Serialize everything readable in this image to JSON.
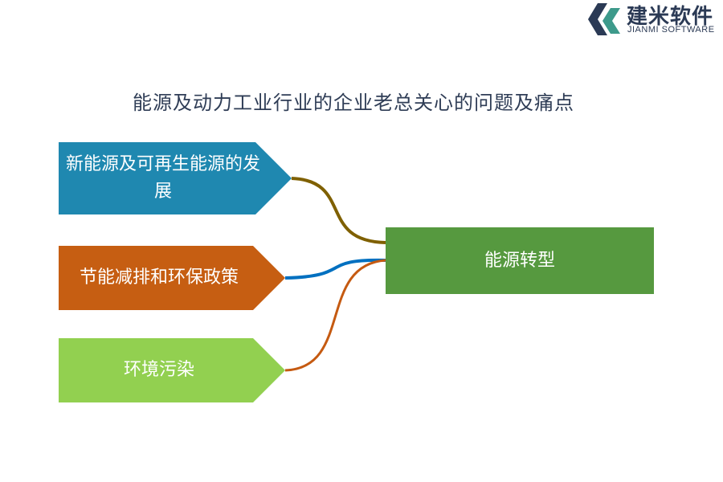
{
  "logo": {
    "name_cn": "建米软件",
    "name_en": "JIANMI SOFTWARE",
    "colors": {
      "dark": "#2b3a55",
      "accent": "#3d9a8b"
    }
  },
  "title": "能源及动力工业行业的企业老总关心的问题及痛点",
  "nodes": [
    {
      "id": "node-new-energy",
      "text": "新能源及可再生能源的发展",
      "color": "#1f88b0"
    },
    {
      "id": "node-policy",
      "text": "节能减排和环保政策",
      "color": "#c65e12"
    },
    {
      "id": "node-pollution",
      "text": "环境污染",
      "color": "#92d050"
    }
  ],
  "target": {
    "text": "能源转型",
    "color": "#56993f"
  },
  "connectors": [
    {
      "from": "node-new-energy",
      "color": "#7f6000"
    },
    {
      "from": "node-policy",
      "color": "#0070c0"
    },
    {
      "from": "node-pollution",
      "color": "#c55a11"
    }
  ]
}
